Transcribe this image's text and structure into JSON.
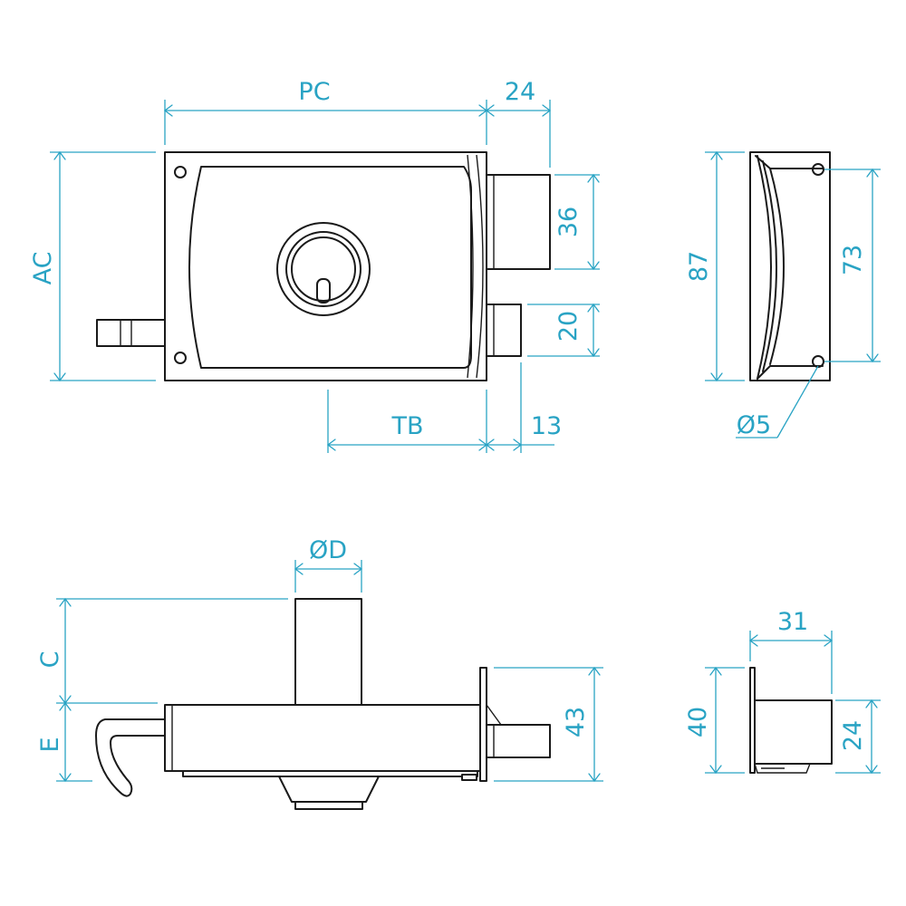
{
  "labels": {
    "pc": "PC",
    "d24_top": "24",
    "ac": "AC",
    "d36": "36",
    "d20": "20",
    "tb": "TB",
    "d13": "13",
    "d87": "87",
    "d73": "73",
    "o5": "Ø5",
    "od": "ØD",
    "c": "C",
    "e": "E",
    "d43": "43",
    "d31": "31",
    "d40": "40",
    "d24_side": "24"
  },
  "colors": {
    "dimension": "#29a3c4",
    "outline": "#1a1a1a"
  }
}
